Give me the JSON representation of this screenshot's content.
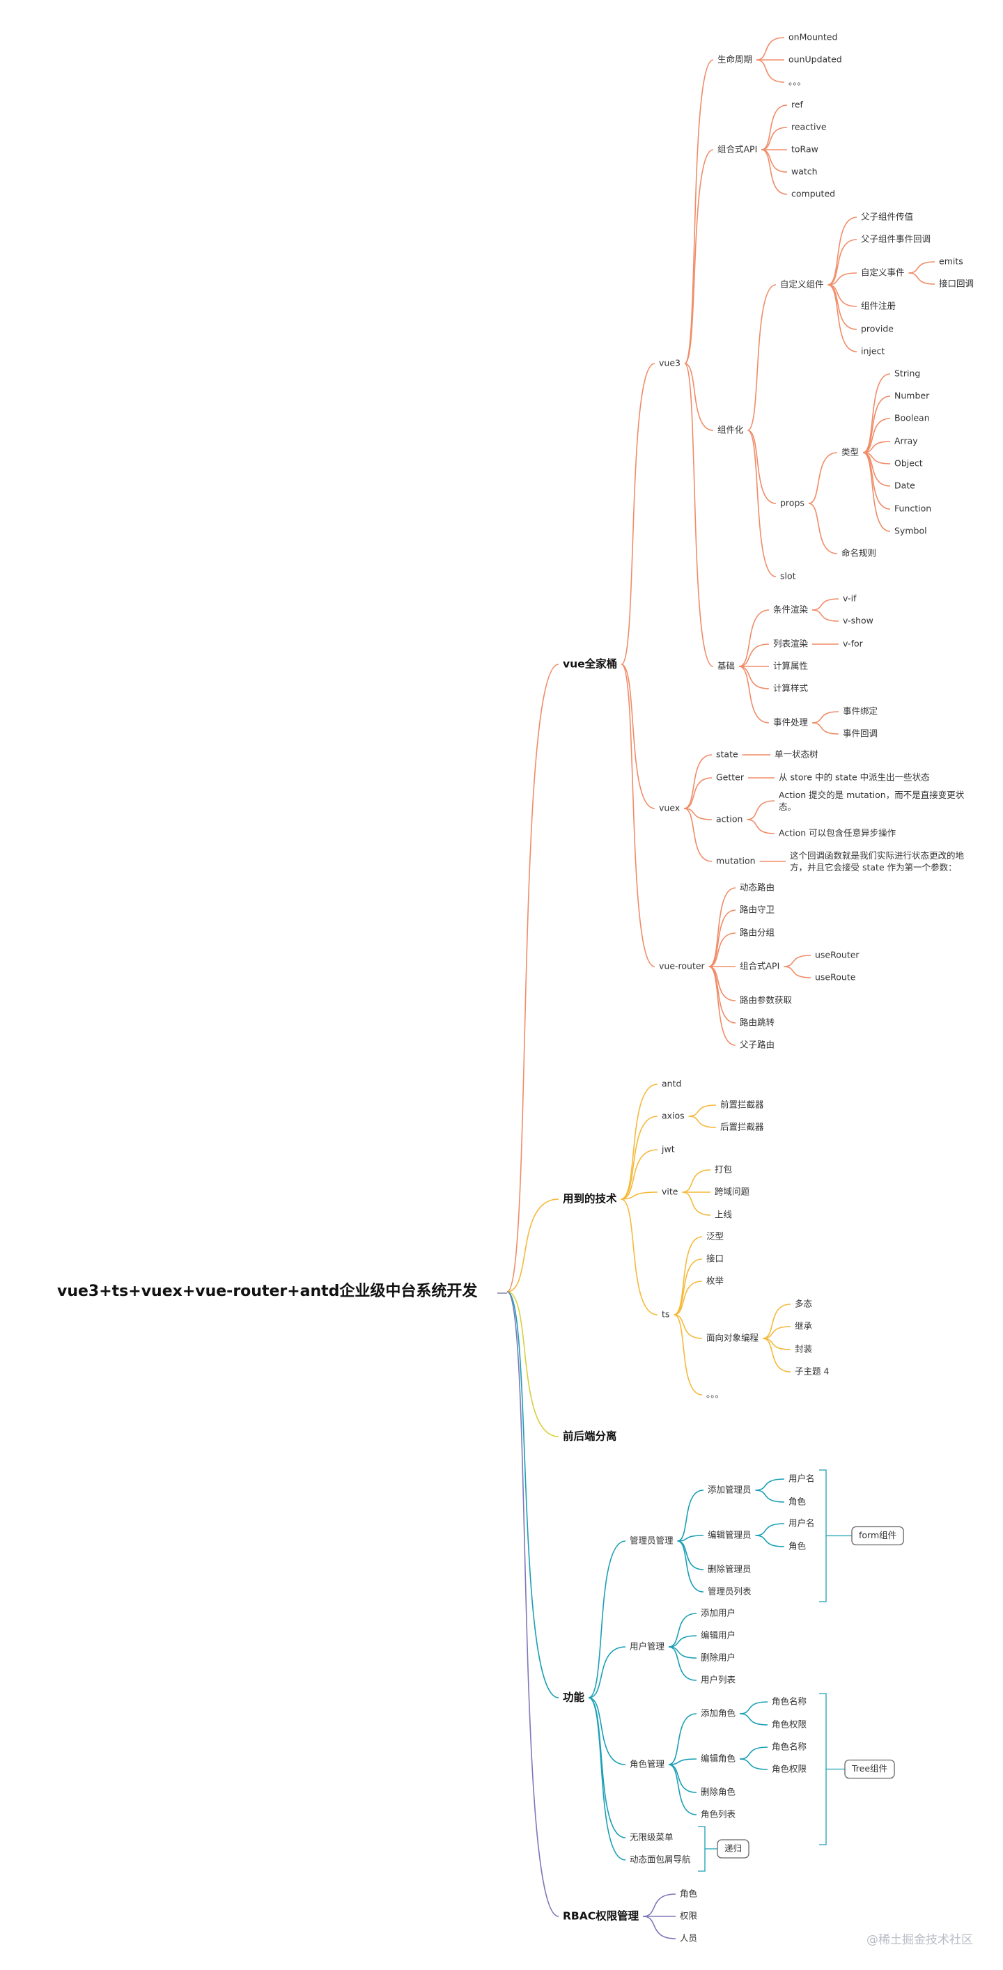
{
  "colors": {
    "vue": "#f08c68",
    "tech": "#f5b93a",
    "sep": "#d8cf3c",
    "func": "#1a9fb5",
    "rbac": "#7d78b8",
    "root_line": "#8a8ca8"
  },
  "mindmap": {
    "id": "root",
    "label": "vue3+ts+vuex+vue-router+antd企业级中台系统开发",
    "children": [
      {
        "id": "vuefamily",
        "label": "vue全家桶",
        "color": "vue",
        "children": [
          {
            "id": "vue3",
            "label": "vue3",
            "children": [
              {
                "id": "lifecycle",
                "label": "生命周期",
                "children": [
                  {
                    "id": "onmounted",
                    "label": "onMounted"
                  },
                  {
                    "id": "onupdated",
                    "label": "ounUpdated"
                  },
                  {
                    "id": "lc-more",
                    "label": "。。。"
                  }
                ]
              },
              {
                "id": "compapi",
                "label": "组合式API",
                "children": [
                  {
                    "id": "ref",
                    "label": "ref"
                  },
                  {
                    "id": "reactive",
                    "label": "reactive"
                  },
                  {
                    "id": "toraw",
                    "label": "toRaw"
                  },
                  {
                    "id": "watch",
                    "label": "watch"
                  },
                  {
                    "id": "computed",
                    "label": "computed"
                  }
                ]
              },
              {
                "id": "componentization",
                "label": "组件化",
                "children": [
                  {
                    "id": "customcomp",
                    "label": "自定义组件",
                    "children": [
                      {
                        "id": "pcprops",
                        "label": "父子组件传值"
                      },
                      {
                        "id": "pccallback",
                        "label": "父子组件事件回调"
                      },
                      {
                        "id": "customevent",
                        "label": "自定义事件",
                        "children": [
                          {
                            "id": "emits",
                            "label": "emits"
                          },
                          {
                            "id": "ifacecb",
                            "label": "接口回调"
                          }
                        ]
                      },
                      {
                        "id": "compreg",
                        "label": "组件注册"
                      },
                      {
                        "id": "provide",
                        "label": "provide"
                      },
                      {
                        "id": "inject",
                        "label": "inject"
                      }
                    ]
                  },
                  {
                    "id": "props",
                    "label": "props",
                    "children": [
                      {
                        "id": "types",
                        "label": "类型",
                        "children": [
                          {
                            "id": "t-string",
                            "label": "String"
                          },
                          {
                            "id": "t-number",
                            "label": "Number"
                          },
                          {
                            "id": "t-boolean",
                            "label": "Boolean"
                          },
                          {
                            "id": "t-array",
                            "label": "Array"
                          },
                          {
                            "id": "t-object",
                            "label": "Object"
                          },
                          {
                            "id": "t-date",
                            "label": "Date"
                          },
                          {
                            "id": "t-function",
                            "label": "Function"
                          },
                          {
                            "id": "t-symbol",
                            "label": "Symbol"
                          }
                        ]
                      },
                      {
                        "id": "naming",
                        "label": "命名规则"
                      }
                    ]
                  },
                  {
                    "id": "slot",
                    "label": "slot"
                  }
                ]
              },
              {
                "id": "basics",
                "label": "基础",
                "children": [
                  {
                    "id": "condrender",
                    "label": "条件渲染",
                    "children": [
                      {
                        "id": "vif",
                        "label": "v-if"
                      },
                      {
                        "id": "vshow",
                        "label": "v-show"
                      }
                    ]
                  },
                  {
                    "id": "listrender",
                    "label": "列表渲染",
                    "children": [
                      {
                        "id": "vfor",
                        "label": "v-for"
                      }
                    ]
                  },
                  {
                    "id": "computedprop",
                    "label": "计算属性"
                  },
                  {
                    "id": "computedstyle",
                    "label": "计算样式"
                  },
                  {
                    "id": "eventhandle",
                    "label": "事件处理",
                    "children": [
                      {
                        "id": "eventbind",
                        "label": "事件绑定"
                      },
                      {
                        "id": "eventcb",
                        "label": "事件回调"
                      }
                    ]
                  }
                ]
              }
            ]
          },
          {
            "id": "vuex",
            "label": "vuex",
            "children": [
              {
                "id": "state",
                "label": "state",
                "children": [
                  {
                    "id": "statetree",
                    "label": "单一状态树"
                  }
                ]
              },
              {
                "id": "getter",
                "label": "Getter",
                "children": [
                  {
                    "id": "getterdesc",
                    "label": "从 store 中的 state 中派生出一些状态"
                  }
                ]
              },
              {
                "id": "action",
                "label": "action",
                "children": [
                  {
                    "id": "actiondesc1",
                    "label": "Action 提交的是 mutation，而不是直接变更状态。"
                  },
                  {
                    "id": "actiondesc2",
                    "label": "Action 可以包含任意异步操作"
                  }
                ]
              },
              {
                "id": "mutation",
                "label": "mutation",
                "children": [
                  {
                    "id": "mutationdesc",
                    "label": "这个回调函数就是我们实际进行状态更改的地方，并且它会接受 state 作为第一个参数："
                  }
                ]
              }
            ]
          },
          {
            "id": "vuerouter",
            "label": "vue-router",
            "children": [
              {
                "id": "dynroute",
                "label": "动态路由"
              },
              {
                "id": "routeguard",
                "label": "路由守卫"
              },
              {
                "id": "routegroup",
                "label": "路由分组"
              },
              {
                "id": "routercompapi",
                "label": "组合式API",
                "children": [
                  {
                    "id": "userouter",
                    "label": "useRouter"
                  },
                  {
                    "id": "useroute",
                    "label": "useRoute"
                  }
                ]
              },
              {
                "id": "routeparams",
                "label": "路由参数获取"
              },
              {
                "id": "routejump",
                "label": "路由跳转"
              },
              {
                "id": "parentroute",
                "label": "父子路由"
              }
            ]
          }
        ]
      },
      {
        "id": "techused",
        "label": "用到的技术",
        "color": "tech",
        "children": [
          {
            "id": "antd",
            "label": "antd"
          },
          {
            "id": "axios",
            "label": "axios",
            "children": [
              {
                "id": "reqint",
                "label": "前置拦截器"
              },
              {
                "id": "resint",
                "label": "后置拦截器"
              }
            ]
          },
          {
            "id": "jwt",
            "label": "jwt"
          },
          {
            "id": "vite",
            "label": "vite",
            "children": [
              {
                "id": "pack",
                "label": "打包"
              },
              {
                "id": "cors",
                "label": "跨域问题"
              },
              {
                "id": "deploy",
                "label": "上线"
              }
            ]
          },
          {
            "id": "ts",
            "label": "ts",
            "children": [
              {
                "id": "generic",
                "label": "泛型"
              },
              {
                "id": "iface",
                "label": "接口"
              },
              {
                "id": "enum",
                "label": "枚举"
              },
              {
                "id": "oop",
                "label": "面向对象编程",
                "children": [
                  {
                    "id": "poly",
                    "label": "多态"
                  },
                  {
                    "id": "inherit",
                    "label": "继承"
                  },
                  {
                    "id": "encap",
                    "label": "封装"
                  },
                  {
                    "id": "sub4",
                    "label": "子主题 4"
                  }
                ]
              },
              {
                "id": "ts-more",
                "label": "。。。"
              }
            ]
          }
        ]
      },
      {
        "id": "separation",
        "label": "前后端分离",
        "color": "sep",
        "children": []
      },
      {
        "id": "features",
        "label": "功能",
        "color": "func",
        "children": [
          {
            "id": "adminmgmt",
            "label": "管理员管理",
            "children": [
              {
                "id": "addadmin",
                "label": "添加管理员",
                "children": [
                  {
                    "id": "aa-username",
                    "label": "用户名"
                  },
                  {
                    "id": "aa-role",
                    "label": "角色"
                  }
                ]
              },
              {
                "id": "editadmin",
                "label": "编辑管理员",
                "children": [
                  {
                    "id": "ea-username",
                    "label": "用户名"
                  },
                  {
                    "id": "ea-role",
                    "label": "角色"
                  }
                ]
              },
              {
                "id": "deladmin",
                "label": "删除管理员"
              },
              {
                "id": "adminlist",
                "label": "管理员列表"
              }
            ]
          },
          {
            "id": "usermgmt",
            "label": "用户管理",
            "children": [
              {
                "id": "adduser",
                "label": "添加用户"
              },
              {
                "id": "edituser",
                "label": "编辑用户"
              },
              {
                "id": "deluser",
                "label": "删除用户"
              },
              {
                "id": "userlist",
                "label": "用户列表"
              }
            ]
          },
          {
            "id": "rolemgmt",
            "label": "角色管理",
            "children": [
              {
                "id": "addrole",
                "label": "添加角色",
                "children": [
                  {
                    "id": "ar-name",
                    "label": "角色名称"
                  },
                  {
                    "id": "ar-perm",
                    "label": "角色权限"
                  }
                ]
              },
              {
                "id": "editrole",
                "label": "编辑角色",
                "children": [
                  {
                    "id": "er-name",
                    "label": "角色名称"
                  },
                  {
                    "id": "er-perm",
                    "label": "角色权限"
                  }
                ]
              },
              {
                "id": "delrole",
                "label": "删除角色"
              },
              {
                "id": "rolelist",
                "label": "角色列表"
              }
            ]
          },
          {
            "id": "infmenu",
            "label": "无限级菜单"
          },
          {
            "id": "dynbread",
            "label": "动态面包屑导航"
          }
        ]
      },
      {
        "id": "rbac",
        "label": "RBAC权限管理",
        "color": "rbac",
        "children": [
          {
            "id": "rb-role",
            "label": "角色"
          },
          {
            "id": "rb-perm",
            "label": "权限"
          },
          {
            "id": "rb-people",
            "label": "人员"
          }
        ]
      }
    ]
  },
  "summaries": [
    {
      "id": "form-tag",
      "label": "form组件",
      "color": "func"
    },
    {
      "id": "tree-tag",
      "label": "Tree组件",
      "color": "func"
    },
    {
      "id": "recursion-tag",
      "label": "递归",
      "color": "func"
    }
  ],
  "watermark": "@稀土掘金技术社区"
}
